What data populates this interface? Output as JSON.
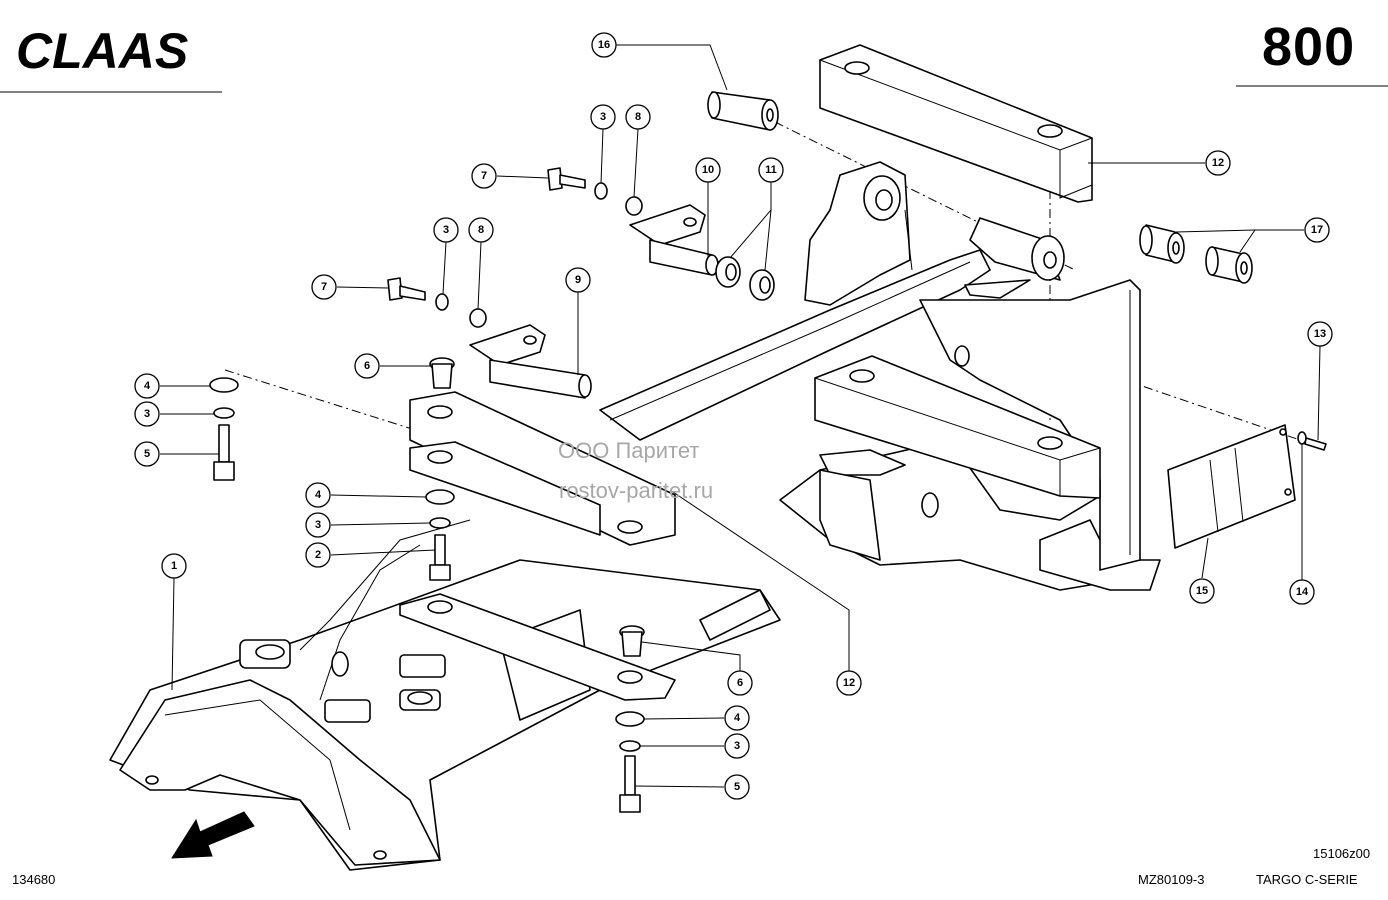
{
  "header": {
    "brand": "CLAAS",
    "page_number": "800"
  },
  "watermark": {
    "line1": "ООО Паритет",
    "line2": "rostov-paritet.ru"
  },
  "footer": {
    "left_code": "134680",
    "mid_code": "MZ80109-3",
    "series": "TARGO C-SERIE",
    "image_code": "15106z00"
  },
  "callouts": [
    {
      "label": "16"
    },
    {
      "label": "3"
    },
    {
      "label": "8"
    },
    {
      "label": "7"
    },
    {
      "label": "10"
    },
    {
      "label": "11"
    },
    {
      "label": "12"
    },
    {
      "label": "17"
    },
    {
      "label": "3"
    },
    {
      "label": "8"
    },
    {
      "label": "7"
    },
    {
      "label": "9"
    },
    {
      "label": "6"
    },
    {
      "label": "4"
    },
    {
      "label": "3"
    },
    {
      "label": "5"
    },
    {
      "label": "13"
    },
    {
      "label": "4"
    },
    {
      "label": "3"
    },
    {
      "label": "2"
    },
    {
      "label": "1"
    },
    {
      "label": "15"
    },
    {
      "label": "14"
    },
    {
      "label": "6"
    },
    {
      "label": "12"
    },
    {
      "label": "4"
    },
    {
      "label": "3"
    },
    {
      "label": "5"
    }
  ]
}
